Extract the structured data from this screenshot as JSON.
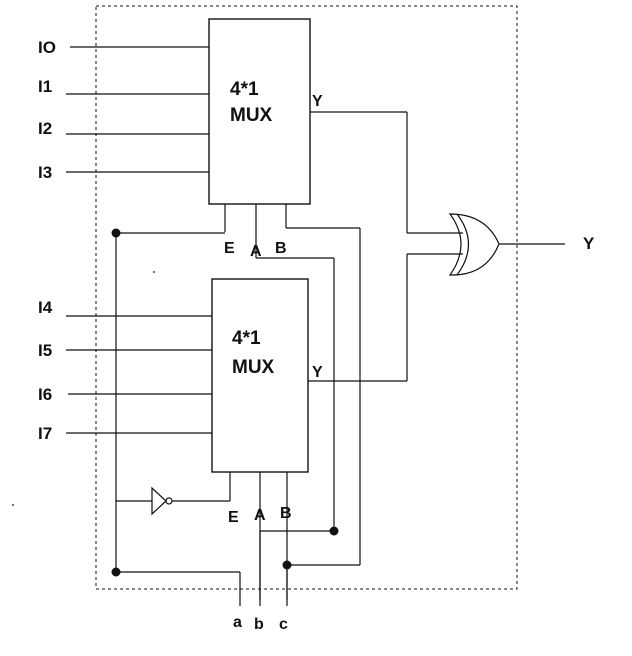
{
  "mux1": {
    "inputs": [
      "IO",
      "I1",
      "I2",
      "I3"
    ],
    "title_line1": "4*1",
    "title_line2": "MUX",
    "output": "Y",
    "enable": "E",
    "select_a": "A",
    "select_b": "B"
  },
  "mux2": {
    "inputs": [
      "I4",
      "I5",
      "I6",
      "I7"
    ],
    "title_line1": "4*1",
    "title_line2": "MUX",
    "output": "Y",
    "enable": "E",
    "select_a": "A",
    "select_b": "B"
  },
  "or_output": "Y",
  "external_inputs": [
    "a",
    "b",
    "c"
  ]
}
